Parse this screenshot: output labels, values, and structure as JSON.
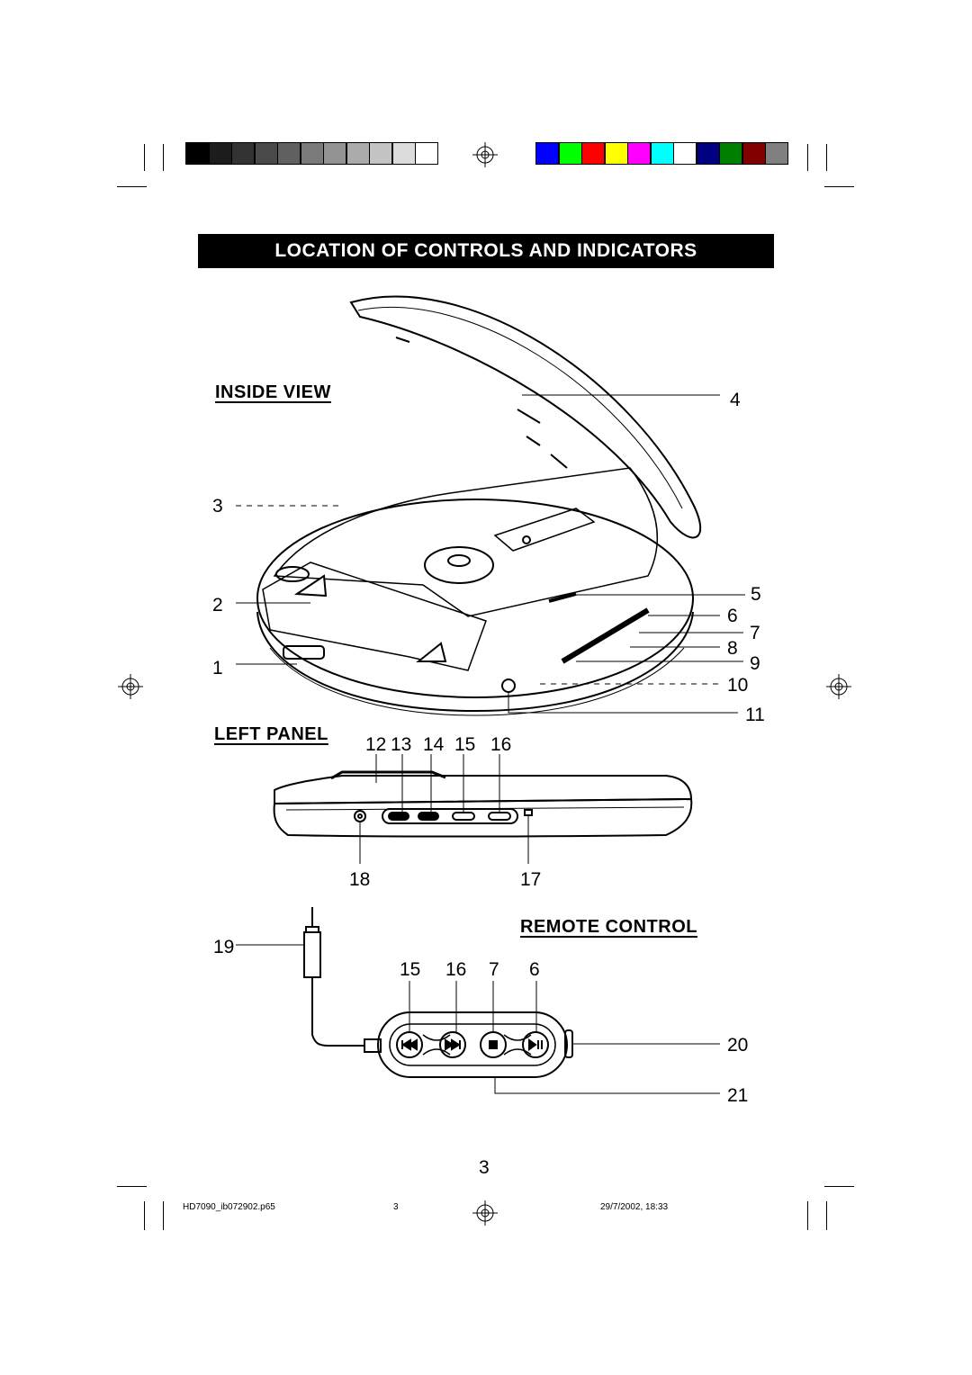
{
  "title": "LOCATION OF CONTROLS AND INDICATORS",
  "sections": {
    "inside_view": "INSIDE VIEW",
    "left_panel": "LEFT PANEL",
    "remote_control": "REMOTE CONTROL"
  },
  "callouts": {
    "n1": "1",
    "n2": "2",
    "n3": "3",
    "n4": "4",
    "n5": "5",
    "n6": "6",
    "n7": "7",
    "n8": "8",
    "n9": "9",
    "n10": "10",
    "n11": "11",
    "lp": [
      "12",
      "13",
      "14",
      "15",
      "16"
    ],
    "n18": "18",
    "n17": "17",
    "n19": "19",
    "rc": [
      "15",
      "16",
      "7",
      "6"
    ],
    "n20": "20",
    "n21": "21"
  },
  "page_number": "3",
  "footer": {
    "file": "HD7090_ib072902.p65",
    "page": "3",
    "timestamp": "29/7/2002, 18:33"
  },
  "colors": {
    "grayscale_bar": [
      "#000000",
      "#1c1c1c",
      "#333333",
      "#4a4a4a",
      "#616161",
      "#7a7a7a",
      "#939393",
      "#ababab",
      "#c4c4c4",
      "#dcdcdc",
      "#ffffff"
    ],
    "color_bar": [
      "#0000ff",
      "#00ff00",
      "#ff0000",
      "#ffff00",
      "#ff00ff",
      "#00ffff",
      "#ffffff",
      "#000080",
      "#008000",
      "#800000",
      "#808080"
    ]
  },
  "icons": [
    "registration-mark-icon",
    "crop-mark-icon",
    "previous-track-icon",
    "next-track-icon",
    "stop-icon",
    "play-pause-icon"
  ]
}
